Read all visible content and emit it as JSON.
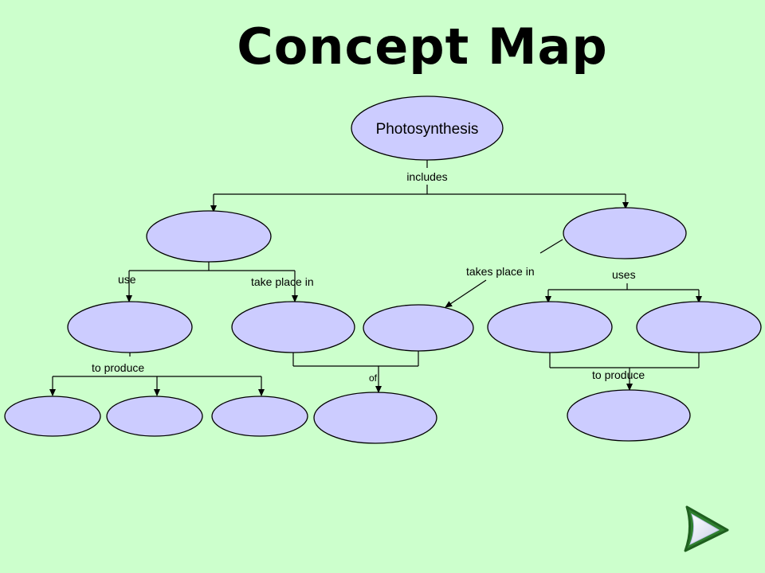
{
  "slide": {
    "title": "Concept Map",
    "background_color": "#ccffcc",
    "node_color": "#ccccff"
  },
  "concept_map": {
    "root": "Photosynthesis",
    "links": {
      "includes": "includes",
      "use": "use",
      "take_place_in": "take place in",
      "takes_place_in": "takes place in",
      "uses": "uses",
      "to_produce_left": "to produce",
      "of": "of",
      "to_produce_right": "to produce"
    },
    "blank_nodes": [
      "",
      "",
      "",
      "",
      "",
      "",
      "",
      "",
      "",
      "",
      "",
      "",
      ""
    ]
  },
  "navigation": {
    "next_icon": "next-arrow-icon"
  }
}
